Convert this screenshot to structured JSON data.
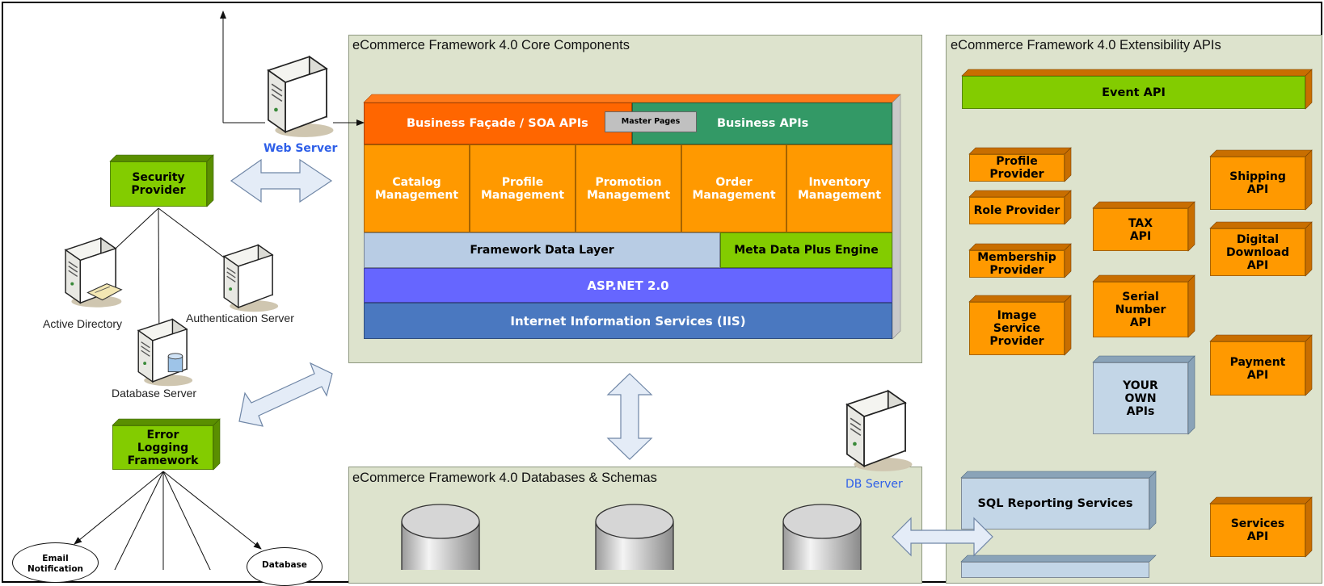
{
  "core": {
    "title": "eCommerce Framework 4.0 Core Components",
    "facade": "Business Façade / SOA APIs",
    "master_pages": "Master Pages",
    "business_apis": "Business APIs",
    "modules": [
      "Catalog Management",
      "Profile Management",
      "Promotion Management",
      "Order Management",
      "Inventory Management"
    ],
    "data_layer": "Framework Data Layer",
    "meta_engine": "Meta Data Plus Engine",
    "aspnet": "ASP.NET 2.0",
    "iis": "Internet Information Services (IIS)"
  },
  "ext": {
    "title": "eCommerce Framework 4.0 Extensibility APIs",
    "event_api": "Event API",
    "profile_provider": "Profile Provider",
    "role_provider": "Role Provider",
    "membership_provider": "Membership Provider",
    "image_provider": "Image Service Provider",
    "tax_api": "TAX API",
    "serial_api": "Serial Number API",
    "your_own": "YOUR OWN APIs",
    "shipping_api": "Shipping API",
    "digital_api": "Digital Download API",
    "payment_api": "Payment API",
    "services_api": "Services API",
    "sql_reporting": "SQL Reporting Services"
  },
  "db": {
    "title": "eCommerce Framework 4.0 Databases & Schemas"
  },
  "left": {
    "web_server": "Web Server",
    "security_provider": "Security Provider",
    "active_directory": "Active Directory",
    "auth_server": "Authentication Server",
    "database_server": "Database Server",
    "error_logging": "Error Logging Framework",
    "email_notif": "Email Notification",
    "database_node": "Database"
  },
  "db_server": "DB Server",
  "colors": {
    "panel_bg": "#dde3cd",
    "facade_orange": "#ff6600",
    "business_green": "#339966",
    "module_orange": "#ff9900",
    "data_layer": "#b8cce4",
    "meta_green": "#83cc00",
    "aspnet_purple": "#6666ff",
    "iis_blue": "#4a78c0",
    "label_blue": "#2e5fe8"
  }
}
